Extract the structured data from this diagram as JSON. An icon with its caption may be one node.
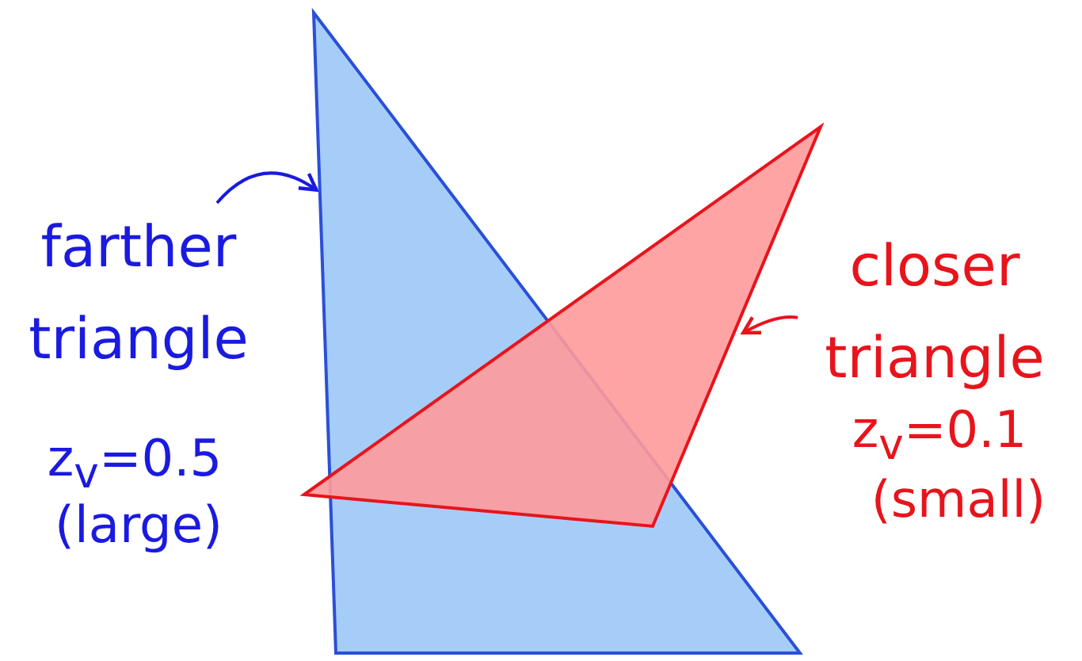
{
  "diagram": {
    "nodes": [
      {
        "text": [],
        "shape": "triangle"
      },
      {
        "text": [
          "farther triangle"
        ]
      },
      {
        "text": [],
        "shape": "triangle"
      },
      {
        "text": [
          "closer triangle"
        ]
      }
    ],
    "edges": [
      {
        "from": 1,
        "to": 0,
        "arrow": "to",
        "color": "#1a1ae0"
      },
      {
        "from": 3,
        "to": 2,
        "arrow": "to",
        "color": "#e8141c"
      }
    ],
    "labels": [
      "z$_{v}$=0.5",
      "(large)",
      "z$_{v}$=0.1",
      "(small)"
    ]
  }
}
